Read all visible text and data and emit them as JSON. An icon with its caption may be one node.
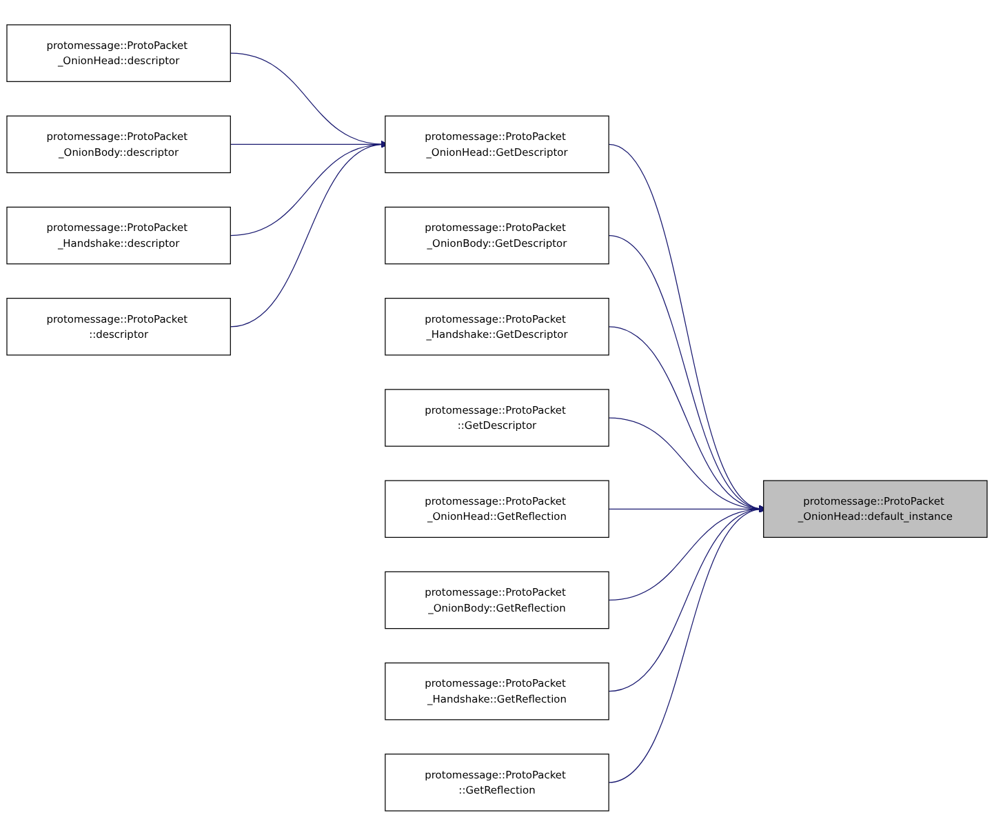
{
  "diagram": {
    "nodes": [
      {
        "text": [
          "protomessage::ProtoPacket _OnionHead::default_instance"
        ]
      },
      {
        "text": [
          "protomessage::ProtoPacket _OnionHead::GetDescriptor"
        ]
      },
      {
        "text": [
          "protomessage::ProtoPacket _OnionBody::GetDescriptor"
        ]
      },
      {
        "text": [
          "protomessage::ProtoPacket _Handshake::GetDescriptor"
        ]
      },
      {
        "text": [
          "protomessage::ProtoPacket ::GetDescriptor"
        ]
      },
      {
        "text": [
          "protomessage::ProtoPacket _OnionHead::GetReflection"
        ]
      },
      {
        "text": [
          "protomessage::ProtoPacket _OnionBody::GetReflection"
        ]
      },
      {
        "text": [
          "protomessage::ProtoPacket _Handshake::GetReflection"
        ]
      },
      {
        "text": [
          "protomessage::ProtoPacket ::GetReflection"
        ]
      },
      {
        "text": [
          "protomessage::ProtoPacket _OnionHead::descriptor"
        ]
      },
      {
        "text": [
          "protomessage::ProtoPacket _OnionBody::descriptor"
        ]
      },
      {
        "text": [
          "protomessage::ProtoPacket _Handshake::descriptor"
        ]
      },
      {
        "text": [
          "protomessage::ProtoPacket ::descriptor"
        ]
      }
    ],
    "edges": [
      {
        "from": 1,
        "to": 0,
        "arrow": "to",
        "color": "#191970"
      },
      {
        "from": 2,
        "to": 0,
        "arrow": "to",
        "color": "#191970"
      },
      {
        "from": 3,
        "to": 0,
        "arrow": "to",
        "color": "#191970"
      },
      {
        "from": 4,
        "to": 0,
        "arrow": "to",
        "color": "#191970"
      },
      {
        "from": 5,
        "to": 0,
        "arrow": "to",
        "color": "#191970"
      },
      {
        "from": 6,
        "to": 0,
        "arrow": "to",
        "color": "#191970"
      },
      {
        "from": 7,
        "to": 0,
        "arrow": "to",
        "color": "#191970"
      },
      {
        "from": 8,
        "to": 0,
        "arrow": "to",
        "color": "#191970"
      },
      {
        "from": 9,
        "to": 1,
        "arrow": "to",
        "color": "#191970"
      },
      {
        "from": 10,
        "to": 1,
        "arrow": "to",
        "color": "#191970"
      },
      {
        "from": 11,
        "to": 1,
        "arrow": "to",
        "color": "#191970"
      },
      {
        "from": 12,
        "to": 1,
        "arrow": "to",
        "color": "#191970"
      }
    ]
  }
}
